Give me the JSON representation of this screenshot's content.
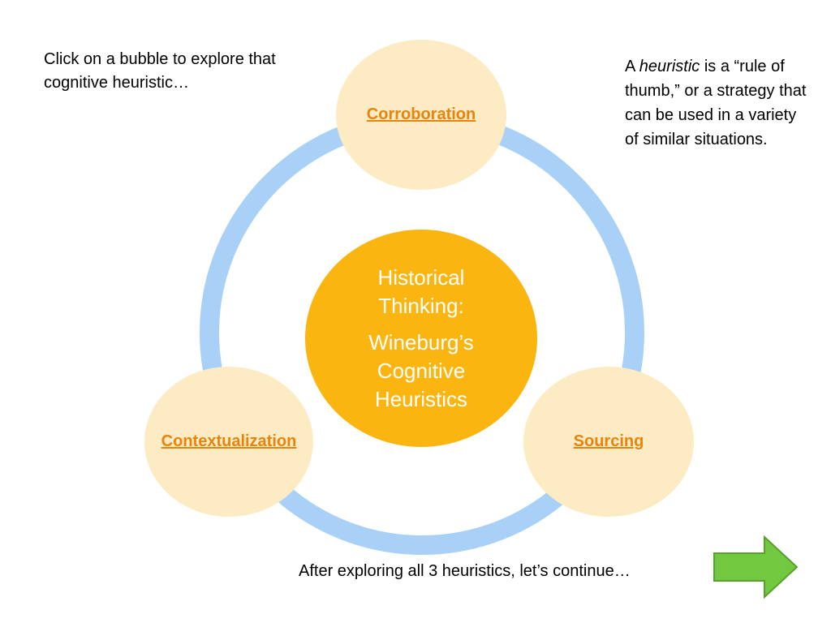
{
  "instructions": {
    "text": "Click on a bubble to explore that cognitive heuristic…"
  },
  "definition": {
    "prefix": "A ",
    "term": "heuristic",
    "rest": " is a “rule of thumb,” or a strategy that can be used in a variety of similar situations."
  },
  "center": {
    "line1": "Historical",
    "line2": "Thinking:",
    "line3": "Wineburg’s",
    "line4": "Cognitive",
    "line5": "Heuristics"
  },
  "bubbles": {
    "corroboration": "Corroboration",
    "contextualization": "Contextualization",
    "sourcing": "Sourcing"
  },
  "footer": {
    "text": "After exploring all 3 heuristics, let’s continue…"
  },
  "colors": {
    "ring": "#a9d1f7",
    "bubble_fill": "#fdebc4",
    "link": "#e8830c",
    "center_fill": "#fbb510",
    "arrow_fill": "#72c83e",
    "arrow_stroke": "#5aa02c"
  },
  "icons": {
    "next": "right-arrow-icon"
  }
}
